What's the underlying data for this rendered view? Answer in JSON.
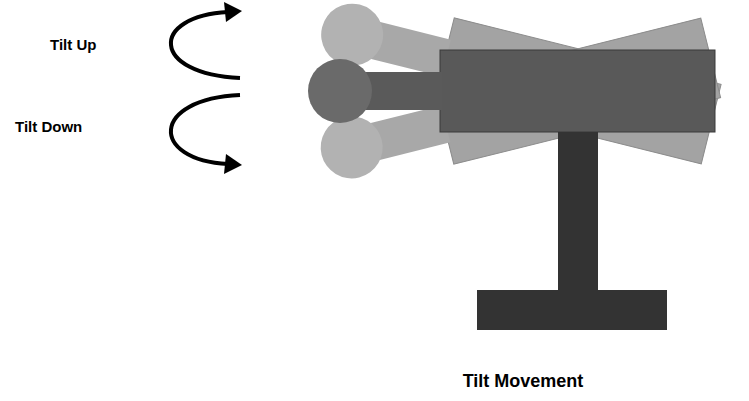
{
  "diagram": {
    "caption": "Tilt Movement",
    "labels": [
      "Tilt Up",
      "Tilt Down"
    ]
  }
}
